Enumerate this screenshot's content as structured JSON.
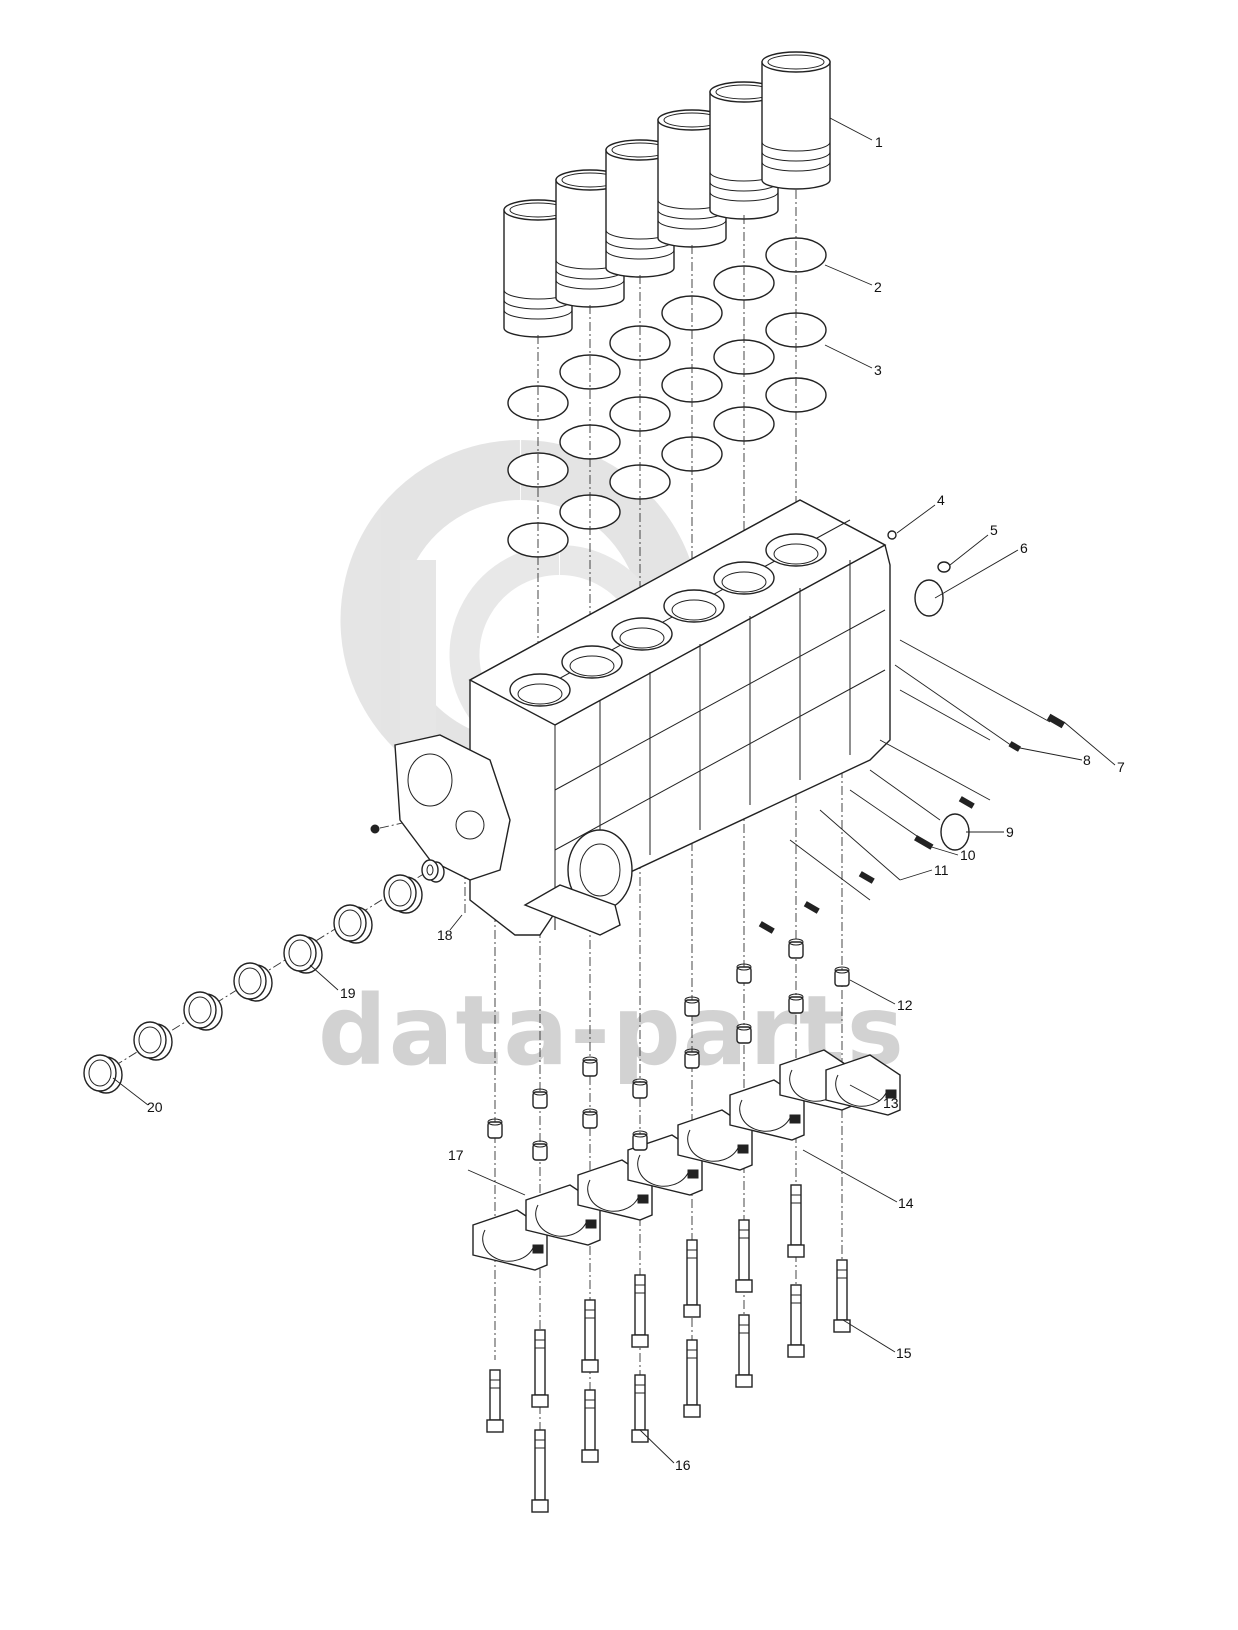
{
  "watermark": {
    "brand": "data-parts",
    "logo": "dp-circle-logo"
  },
  "callouts": [
    {
      "n": "1"
    },
    {
      "n": "2"
    },
    {
      "n": "3"
    },
    {
      "n": "4"
    },
    {
      "n": "5"
    },
    {
      "n": "6"
    },
    {
      "n": "7"
    },
    {
      "n": "8"
    },
    {
      "n": "9"
    },
    {
      "n": "10"
    },
    {
      "n": "11"
    },
    {
      "n": "12"
    },
    {
      "n": "13"
    },
    {
      "n": "14"
    },
    {
      "n": "15"
    },
    {
      "n": "16"
    },
    {
      "n": "17"
    },
    {
      "n": "18"
    },
    {
      "n": "19"
    },
    {
      "n": "20"
    }
  ]
}
